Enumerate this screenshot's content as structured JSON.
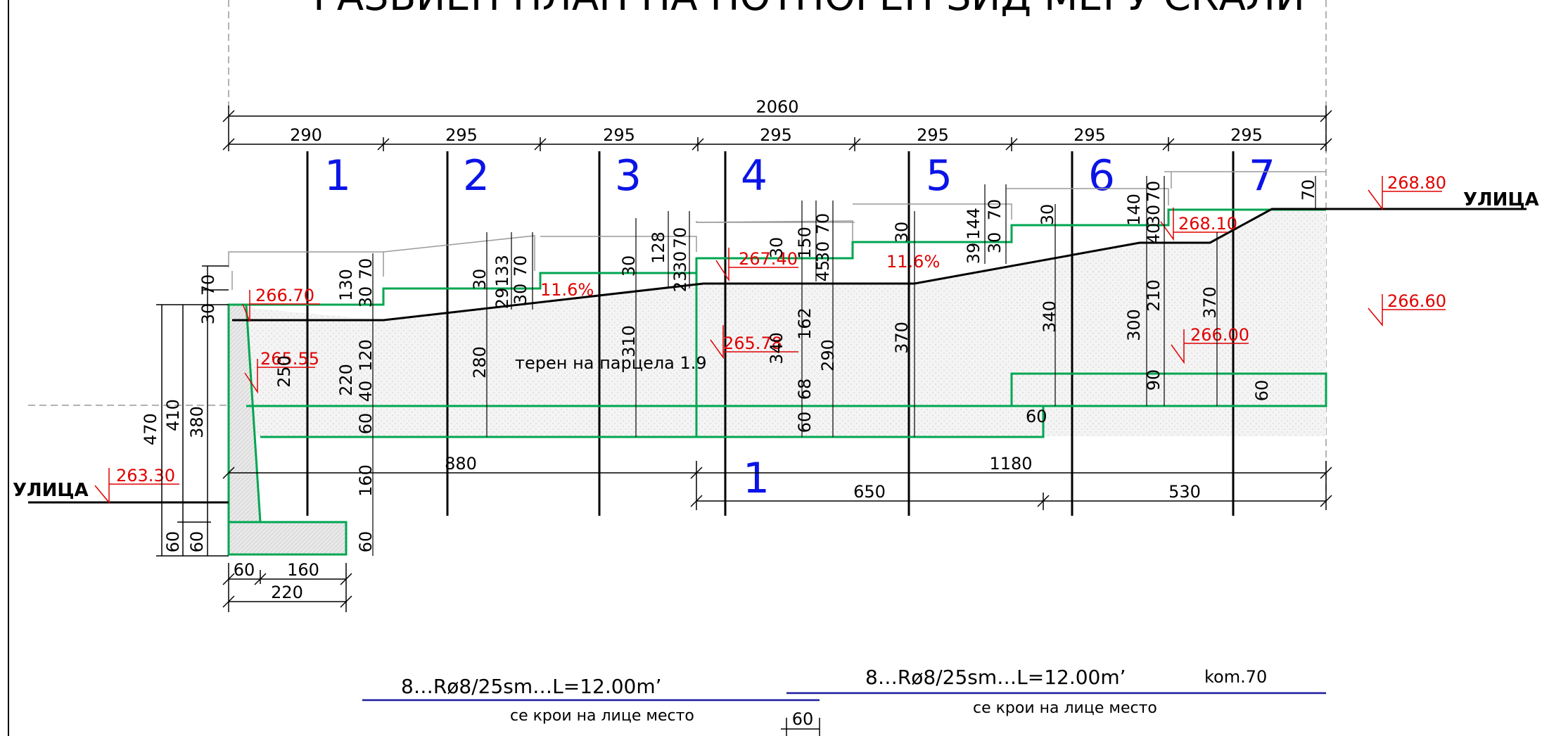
{
  "title": "РАЗВИЕН ПЛАН НА ПОТПОРЕН ЅИД МЕЃУ СКАЛИ",
  "dims_top": {
    "total": "2060",
    "spans": [
      "290",
      "295",
      "295",
      "295",
      "295",
      "295",
      "295"
    ]
  },
  "bays": [
    "1",
    "2",
    "3",
    "4",
    "5",
    "6",
    "7"
  ],
  "bay_lower": "1",
  "streets": {
    "left": "УЛИЦА",
    "right": "УЛИЦА"
  },
  "elevations": {
    "e268_80": "268.80",
    "e268_10": "268.10",
    "e267_40": "267.40",
    "e266_70": "266.70",
    "e266_60": "266.60",
    "e266_00": "266.00",
    "e265_78": "265.78",
    "e265_55": "265.55",
    "e263_30": "263.30"
  },
  "slopes": {
    "s1": "11.6%",
    "s2": "11.6%"
  },
  "terrain_label": "терен на парцела 1.9",
  "dims_bottom": {
    "d880": "880",
    "d1180": "1180",
    "d650": "650",
    "d530": "530"
  },
  "footing": {
    "d60": "60",
    "d160": "160",
    "d220": "220"
  },
  "left_dims": {
    "d470": "470",
    "d410": "410",
    "d380": "380",
    "d60a": "60",
    "d60b": "60",
    "d70": "70",
    "d30": "30"
  },
  "inner_dims": {
    "a130": "130",
    "a70": "70",
    "a30": "30",
    "a120": "120",
    "a220": "220",
    "a250": "250",
    "a40": "40",
    "a60": "60",
    "a160": "160",
    "a60b": "60",
    "b280": "280",
    "b30": "30",
    "b133": "133",
    "b29": "29",
    "b30b": "30",
    "b70": "70",
    "c310": "310",
    "c30": "30",
    "c128": "128",
    "c23": "23",
    "c30b": "30",
    "c70": "70",
    "d340": "340",
    "d150": "150",
    "d30": "30",
    "d162": "162",
    "d45": "45",
    "d30b": "30",
    "d70": "70",
    "d68": "68",
    "d290": "290",
    "d60": "60",
    "e370": "370",
    "e30": "30",
    "e144": "144",
    "e39": "39",
    "e30b": "30",
    "e70": "70",
    "f340": "340",
    "f30": "30",
    "f60": "60",
    "g140": "140",
    "g40": "40",
    "g30": "30",
    "g70": "70",
    "g300": "300",
    "g210": "210",
    "g90": "90",
    "g370": "370",
    "g60": "60",
    "g70b": "70"
  },
  "rebar": {
    "left_spec": "8…Rø8/25sm…L=12.00m’",
    "left_note": "се крои на лице место",
    "right_spec": "8…Rø8/25sm…L=12.00m’",
    "right_note": "се крои на лице место",
    "count": "kom.70",
    "dim60": "60"
  },
  "colors": {
    "wall": "#00a651",
    "elevation": "#e00000",
    "bay_number": "#0a14e6",
    "line": "#000000"
  }
}
